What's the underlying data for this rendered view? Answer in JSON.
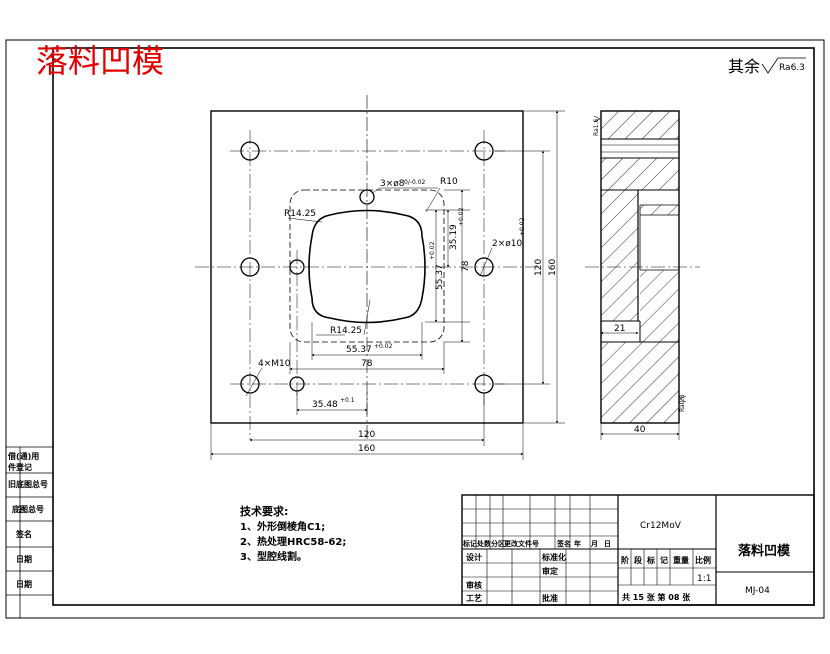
{
  "drawing": {
    "title_red": "落料凹模",
    "roughness_note": "其余",
    "roughness_value": "Ra6.3"
  },
  "left_view": {
    "labels": {
      "pin_holes": "3×ø8",
      "pin_tol": "0/-0.02",
      "r_small": "R10",
      "r_corner_tl": "R14.25",
      "r_corner_bl": "R14.25",
      "bolt_holes": "2×ø10",
      "bolt_tol": "+0.02",
      "thread_holes": "4×M10",
      "dim_35_19": "35.19",
      "dim_35_19_tol": "+0.02",
      "dim_55_37": "55.37",
      "dim_55_37_tol": "+0.02",
      "dim_78_v": "78",
      "dim_120_v": "120",
      "dim_160_v": "160",
      "dim_55_37_h": "55.37",
      "dim_55_37_h_tol": "+0.02",
      "dim_78_h": "78",
      "dim_35_48": "35.48",
      "dim_35_48_tol": "+0.1",
      "dim_120_h": "120",
      "dim_160_h": "160"
    }
  },
  "side_view": {
    "labels": {
      "dim_21": "21",
      "dim_40": "40",
      "roughness_top": "Ra1.6",
      "roughness_bottom": "Ra0.8"
    }
  },
  "tech_requirements": {
    "title": "技术要求:",
    "items": [
      "1、外形倒棱角C1;",
      "2、热处理HRC58-62;",
      "3、型腔线割。"
    ]
  },
  "left_strip": {
    "cells": [
      "借(通)用",
      "件登记",
      "旧底图总号",
      "底图总号",
      "签名",
      "日期",
      "日期"
    ]
  },
  "title_block": {
    "material": "Cr12MoV",
    "part_name": "落料凹模",
    "drawing_no": "MJ-04",
    "rev_headers": [
      "标记",
      "处数",
      "分区",
      "更改文件号",
      "签名",
      "年",
      "月",
      "日"
    ],
    "row_labels": [
      "设计",
      "标准化",
      "审核",
      "工艺",
      "批准",
      "审定"
    ],
    "stage_headers": [
      "阶",
      "段",
      "标",
      "记",
      "重量",
      "比例"
    ],
    "scale": "1:1",
    "sheets": "共 15 张 第 08 张"
  },
  "colors": {
    "line": "#000000",
    "title_red": "#e00000",
    "paper": "#ffffff"
  }
}
